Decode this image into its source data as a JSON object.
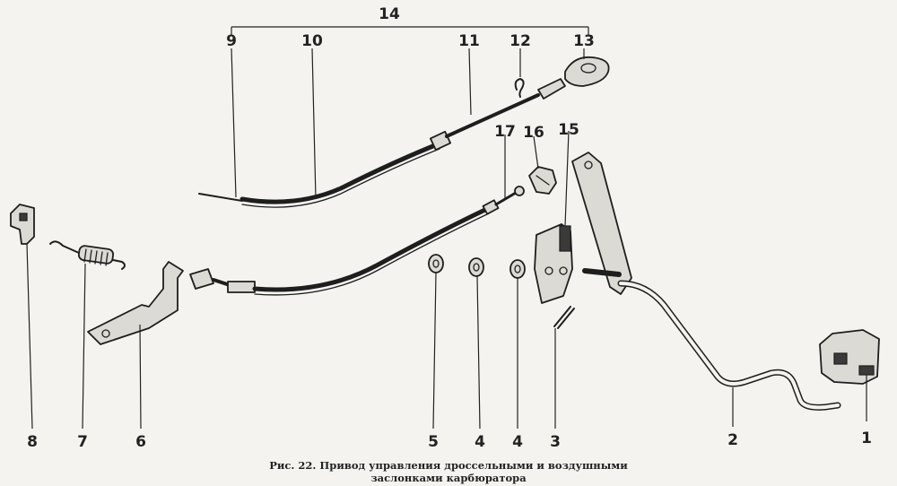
{
  "labels": {
    "l1": "1",
    "l2": "2",
    "l3": "3",
    "l4a": "4",
    "l4b": "4",
    "l5": "5",
    "l6": "6",
    "l7": "7",
    "l8": "8",
    "l9": "9",
    "l10": "10",
    "l11": "11",
    "l12": "12",
    "l13": "13",
    "l14": "14",
    "l15": "15",
    "l16": "16",
    "l17": "17"
  },
  "caption": {
    "line1": "Рис. 22. Привод управления дроссельными и воздушными",
    "line2": "заслонками карбюратора"
  }
}
